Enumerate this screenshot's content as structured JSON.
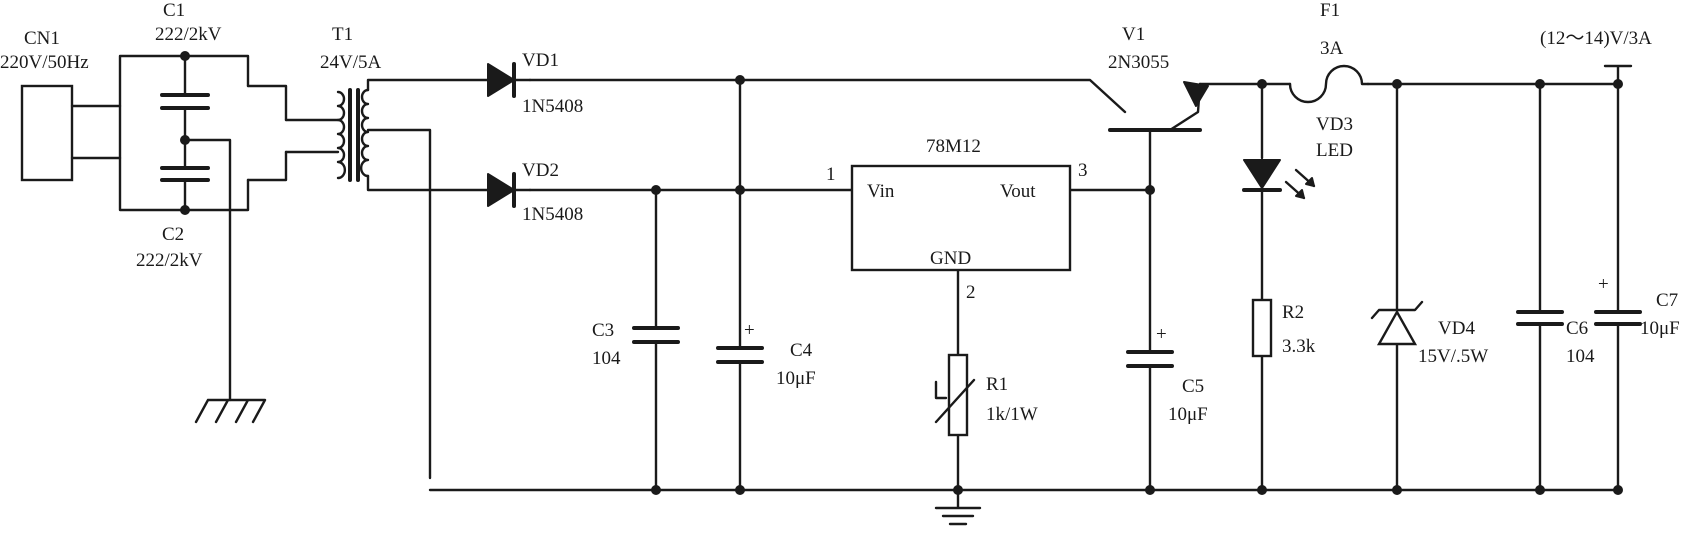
{
  "labels": {
    "cn1_name": "CN1",
    "cn1_rating": "220V/50Hz",
    "c1_name": "C1",
    "c1_value": "222/2kV",
    "c2_name": "C2",
    "c2_value": "222/2kV",
    "t1_name": "T1",
    "t1_rating": "24V/5A",
    "vd1_name": "VD1",
    "vd1_part": "1N5408",
    "vd2_name": "VD2",
    "vd2_part": "1N5408",
    "v1_name": "V1",
    "v1_part": "2N3055",
    "f1_name": "F1",
    "f1_rating": "3A",
    "output_rating": "(12～14)V/3A",
    "ic_name": "78M12",
    "ic_pin_vin": "Vin",
    "ic_pin_vout": "Vout",
    "ic_pin_gnd": "GND",
    "ic_pin1": "1",
    "ic_pin2": "2",
    "ic_pin3": "3",
    "vd3_name": "VD3",
    "vd3_type": "LED",
    "c3_name": "C3",
    "c3_value": "104",
    "c4_name": "C4",
    "c4_value": "10μF",
    "c4_plus": "+",
    "r1_name": "R1",
    "r1_value": "1k/1W",
    "c5_name": "C5",
    "c5_value": "10μF",
    "c5_plus": "+",
    "r2_name": "R2",
    "r2_value": "3.3k",
    "vd4_name": "VD4",
    "vd4_rating": "15V/.5W",
    "c6_name": "C6",
    "c6_value": "104",
    "c7_name": "C7",
    "c7_value": "10μF",
    "c7_plus": "+"
  }
}
